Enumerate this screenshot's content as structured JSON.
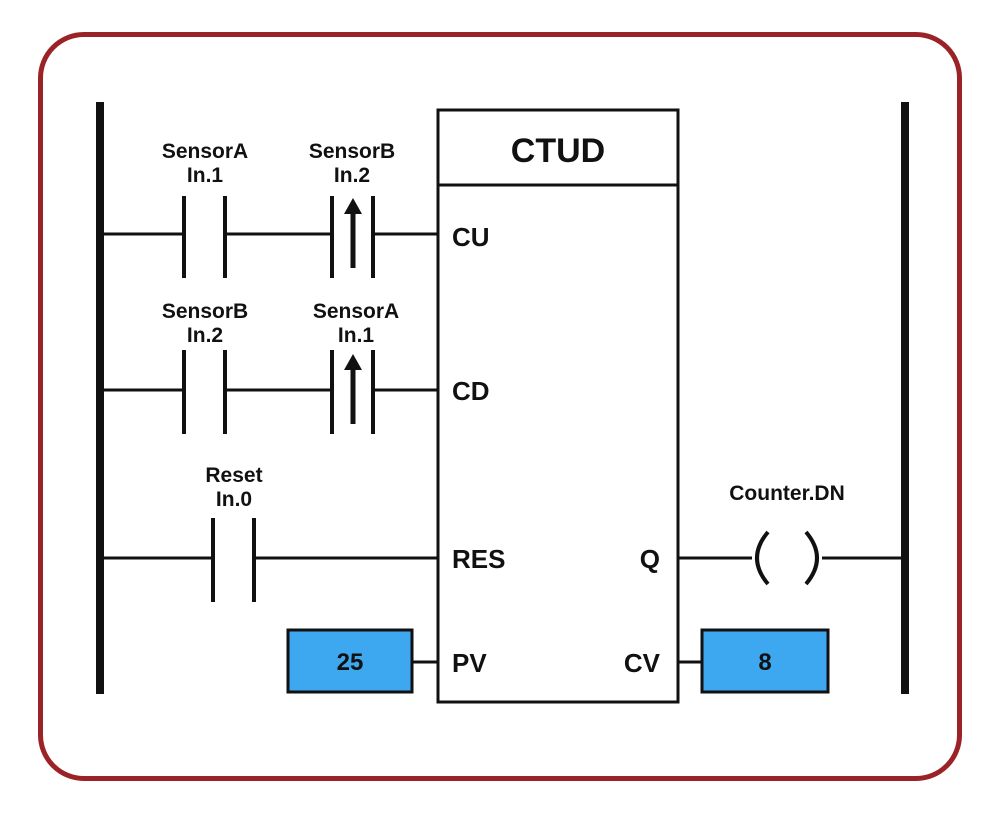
{
  "block": {
    "title": "CTUD",
    "inputs": {
      "cu": "CU",
      "cd": "CD",
      "res": "RES",
      "pv": "PV"
    },
    "outputs": {
      "q": "Q",
      "cv": "CV"
    }
  },
  "contacts": [
    {
      "name": "SensorA",
      "address": "In.1",
      "type": "normally-open"
    },
    {
      "name": "SensorB",
      "address": "In.2",
      "type": "rising-edge"
    },
    {
      "name": "SensorB",
      "address": "In.2",
      "type": "normally-open"
    },
    {
      "name": "SensorA",
      "address": "In.1",
      "type": "rising-edge"
    },
    {
      "name": "Reset",
      "address": "In.0",
      "type": "normally-open"
    }
  ],
  "coil": {
    "name": "Counter.DN"
  },
  "preset_value": "25",
  "current_value": "8",
  "colors": {
    "frame": "#9b2226",
    "value_box": "#3da8f0",
    "wire": "#111111"
  }
}
